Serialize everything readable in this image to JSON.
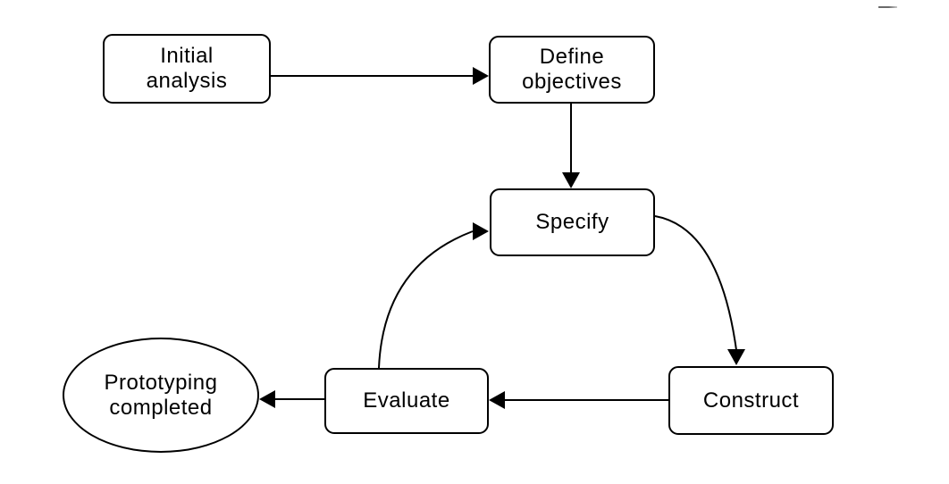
{
  "diagram": {
    "type": "flowchart",
    "background": "#ffffff",
    "stroke_color": "#000000",
    "text_color": "#000000",
    "nodes": [
      {
        "id": "initial-analysis",
        "label": "Initial\nanalysis",
        "shape": "rounded-rect"
      },
      {
        "id": "define-objectives",
        "label": "Define\nobjectives",
        "shape": "rounded-rect"
      },
      {
        "id": "specify",
        "label": "Specify",
        "shape": "rounded-rect"
      },
      {
        "id": "evaluate",
        "label": "Evaluate",
        "shape": "rounded-rect"
      },
      {
        "id": "construct",
        "label": "Construct",
        "shape": "rounded-rect"
      },
      {
        "id": "prototyping-completed",
        "label": "Prototyping\ncompleted",
        "shape": "ellipse"
      }
    ],
    "edges": [
      {
        "from": "initial-analysis",
        "to": "define-objectives",
        "style": "straight"
      },
      {
        "from": "define-objectives",
        "to": "specify",
        "style": "straight"
      },
      {
        "from": "specify",
        "to": "construct",
        "style": "curved"
      },
      {
        "from": "construct",
        "to": "evaluate",
        "style": "straight"
      },
      {
        "from": "evaluate",
        "to": "specify",
        "style": "curved"
      },
      {
        "from": "evaluate",
        "to": "prototyping-completed",
        "style": "straight"
      }
    ],
    "decorations": {
      "top_right_dash_color": "#6a6a6a"
    }
  }
}
